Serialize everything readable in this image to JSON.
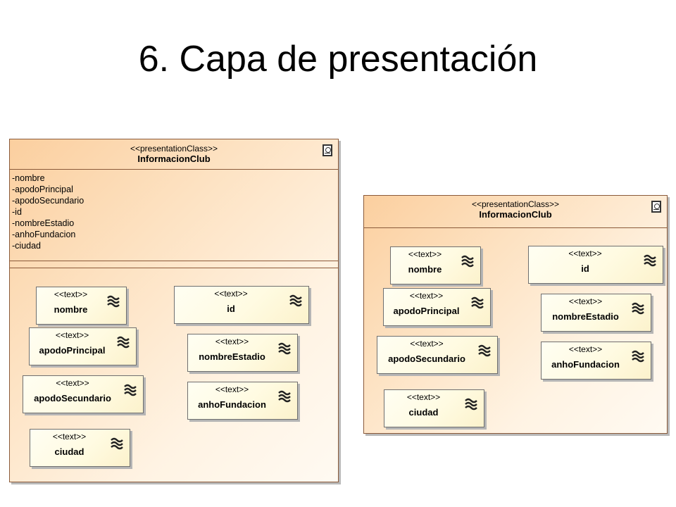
{
  "slide": {
    "title": "6. Capa de presentación"
  },
  "diagram_left": {
    "stereotype": "<<presentationClass>>",
    "class_name": "InformacionClub",
    "icon": "class-icon",
    "attributes": [
      "-nombre",
      "-apodoPrincipal",
      "-apodoSecundario",
      "-id",
      "-nombreEstadio",
      "-anhoFundacion",
      "-ciudad"
    ],
    "text_elements": [
      {
        "stereotype": "<<text>>",
        "name": "nombre",
        "icon": "text-wave-icon"
      },
      {
        "stereotype": "<<text>>",
        "name": "apodoPrincipal",
        "icon": "text-wave-icon"
      },
      {
        "stereotype": "<<text>>",
        "name": "apodoSecundario",
        "icon": "text-wave-icon"
      },
      {
        "stereotype": "<<text>>",
        "name": "ciudad",
        "icon": "text-wave-icon"
      },
      {
        "stereotype": "<<text>>",
        "name": "id",
        "icon": "text-wave-icon"
      },
      {
        "stereotype": "<<text>>",
        "name": "nombreEstadio",
        "icon": "text-wave-icon"
      },
      {
        "stereotype": "<<text>>",
        "name": "anhoFundacion",
        "icon": "text-wave-icon"
      }
    ]
  },
  "diagram_right": {
    "stereotype": "<<presentationClass>>",
    "class_name": "InformacionClub",
    "icon": "class-icon",
    "text_elements": [
      {
        "stereotype": "<<text>>",
        "name": "nombre",
        "icon": "text-wave-icon"
      },
      {
        "stereotype": "<<text>>",
        "name": "apodoPrincipal",
        "icon": "text-wave-icon"
      },
      {
        "stereotype": "<<text>>",
        "name": "apodoSecundario",
        "icon": "text-wave-icon"
      },
      {
        "stereotype": "<<text>>",
        "name": "ciudad",
        "icon": "text-wave-icon"
      },
      {
        "stereotype": "<<text>>",
        "name": "id",
        "icon": "text-wave-icon"
      },
      {
        "stereotype": "<<text>>",
        "name": "nombreEstadio",
        "icon": "text-wave-icon"
      },
      {
        "stereotype": "<<text>>",
        "name": "anhoFundacion",
        "icon": "text-wave-icon"
      }
    ]
  }
}
